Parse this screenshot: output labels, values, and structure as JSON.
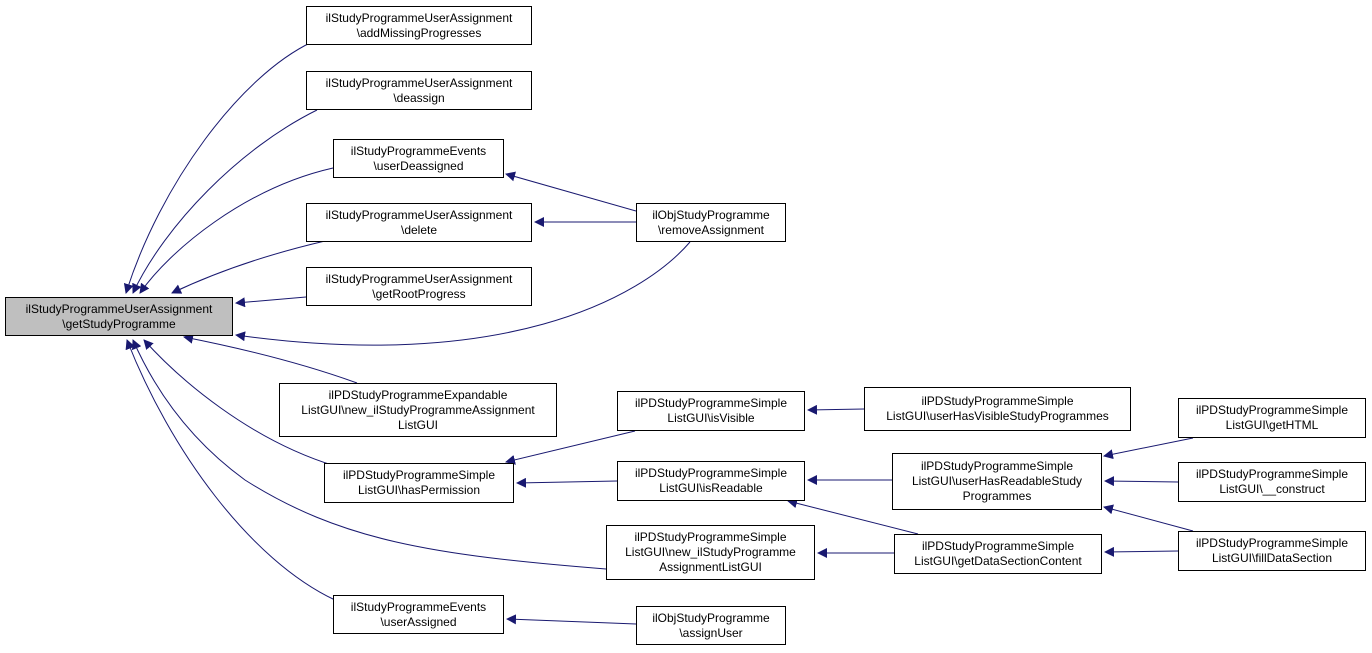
{
  "colors": {
    "edge": "#191970",
    "root_fill": "#bfbfbf",
    "node_fill": "#ffffff",
    "border": "#000000"
  },
  "nodes": {
    "root": {
      "lines": [
        "ilStudyProgrammeUserAssignment",
        "\\getStudyProgramme"
      ]
    },
    "addMiss": {
      "lines": [
        "ilStudyProgrammeUserAssignment",
        "\\addMissingProgresses"
      ]
    },
    "deassign": {
      "lines": [
        "ilStudyProgrammeUserAssignment",
        "\\deassign"
      ]
    },
    "userDeas": {
      "lines": [
        "ilStudyProgrammeEvents",
        "\\userDeassigned"
      ]
    },
    "delete": {
      "lines": [
        "ilStudyProgrammeUserAssignment",
        "\\delete"
      ]
    },
    "getRoot": {
      "lines": [
        "ilStudyProgrammeUserAssignment",
        "\\getRootProgress"
      ]
    },
    "expand": {
      "lines": [
        "ilPDStudyProgrammeExpandable",
        "ListGUI\\new_ilStudyProgrammeAssignment",
        "ListGUI"
      ]
    },
    "hasPerm": {
      "lines": [
        "ilPDStudyProgrammeSimple",
        "ListGUI\\hasPermission"
      ]
    },
    "newAssign": {
      "lines": [
        "ilPDStudyProgrammeSimple",
        "ListGUI\\new_ilStudyProgramme",
        "AssignmentListGUI"
      ]
    },
    "userAss": {
      "lines": [
        "ilStudyProgrammeEvents",
        "\\userAssigned"
      ]
    },
    "removeAss": {
      "lines": [
        "ilObjStudyProgramme",
        "\\removeAssignment"
      ]
    },
    "isVisible": {
      "lines": [
        "ilPDStudyProgrammeSimple",
        "ListGUI\\isVisible"
      ]
    },
    "isReadable": {
      "lines": [
        "ilPDStudyProgrammeSimple",
        "ListGUI\\isReadable"
      ]
    },
    "assignUser": {
      "lines": [
        "ilObjStudyProgramme",
        "\\assignUser"
      ]
    },
    "userHasVis": {
      "lines": [
        "ilPDStudyProgrammeSimple",
        "ListGUI\\userHasVisibleStudyProgrammes"
      ]
    },
    "userHasRead": {
      "lines": [
        "ilPDStudyProgrammeSimple",
        "ListGUI\\userHasReadableStudy",
        "Programmes"
      ]
    },
    "getDSC": {
      "lines": [
        "ilPDStudyProgrammeSimple",
        "ListGUI\\getDataSectionContent"
      ]
    },
    "getHTML": {
      "lines": [
        "ilPDStudyProgrammeSimple",
        "ListGUI\\getHTML"
      ]
    },
    "construct": {
      "lines": [
        "ilPDStudyProgrammeSimple",
        "ListGUI\\__construct"
      ]
    },
    "fillDS": {
      "lines": [
        "ilPDStudyProgrammeSimple",
        "ListGUI\\fillDataSection"
      ]
    }
  },
  "edges": [
    [
      "addMiss",
      "root"
    ],
    [
      "deassign",
      "root"
    ],
    [
      "userDeas",
      "root"
    ],
    [
      "delete",
      "root"
    ],
    [
      "getRoot",
      "root"
    ],
    [
      "removeAss",
      "root"
    ],
    [
      "expand",
      "root"
    ],
    [
      "hasPerm",
      "root"
    ],
    [
      "newAssign",
      "root"
    ],
    [
      "userAss",
      "root"
    ],
    [
      "removeAss",
      "userDeas"
    ],
    [
      "removeAss",
      "delete"
    ],
    [
      "isVisible",
      "hasPerm"
    ],
    [
      "isReadable",
      "hasPerm"
    ],
    [
      "assignUser",
      "userAss"
    ],
    [
      "getDSC",
      "newAssign"
    ],
    [
      "userHasVis",
      "isVisible"
    ],
    [
      "userHasRead",
      "isReadable"
    ],
    [
      "getDSC",
      "isReadable"
    ],
    [
      "getHTML",
      "userHasRead"
    ],
    [
      "construct",
      "userHasRead"
    ],
    [
      "fillDS",
      "userHasRead"
    ],
    [
      "fillDS",
      "getDSC"
    ]
  ]
}
